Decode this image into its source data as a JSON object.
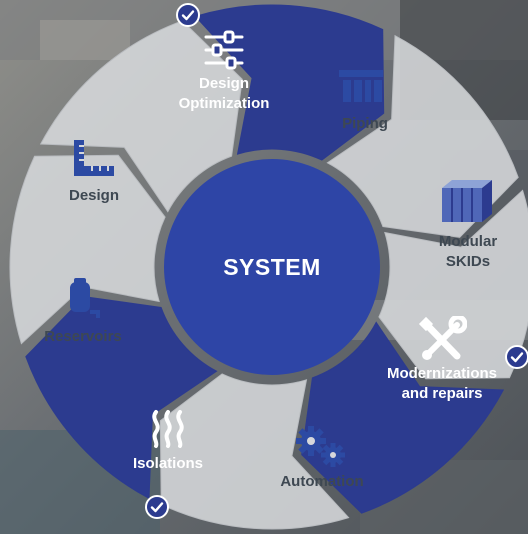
{
  "center": {
    "title": "SYSTEM"
  },
  "segments": [
    {
      "label": "Design\nOptimization",
      "icon": "sliders-icon",
      "style": "dark",
      "checked": true
    },
    {
      "label": "Piping",
      "icon": "piping-logo-icon",
      "style": "light",
      "checked": false
    },
    {
      "label": "Modular\nSKIDs",
      "icon": "modular-skid-icon",
      "style": "light",
      "checked": false
    },
    {
      "label": "Modernizations\nand repairs",
      "icon": "wrench-screwdriver-icon",
      "style": "dark",
      "checked": true
    },
    {
      "label": "Automation",
      "icon": "gears-icon",
      "style": "light",
      "checked": false
    },
    {
      "label": "Isolations",
      "icon": "heat-waves-icon",
      "style": "dark",
      "checked": true
    },
    {
      "label": "Reservoirs",
      "icon": "tank-icon",
      "style": "light",
      "checked": false
    },
    {
      "label": "Design",
      "icon": "ruler-icon",
      "style": "light",
      "checked": false
    }
  ],
  "colors": {
    "dark_segment": "#2c3b8f",
    "light_segment": "#d6d8db",
    "light_text": "#3e4852",
    "center_fill": "#2e45a6",
    "icon_blue": "#2c4aa3"
  }
}
